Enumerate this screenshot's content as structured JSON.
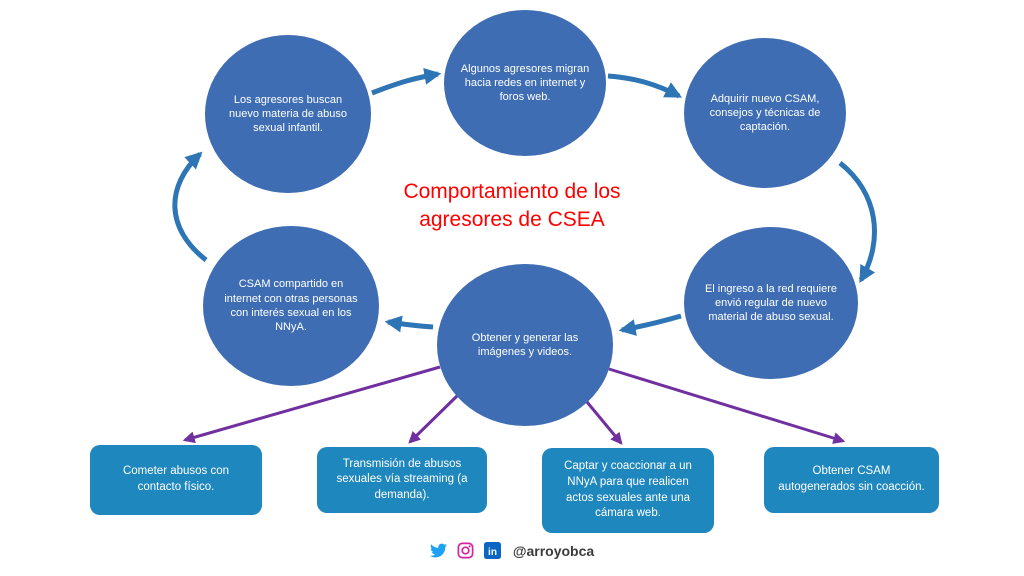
{
  "title": "Comportamiento de los agresores de CSEA",
  "cycle": {
    "nodes": [
      {
        "label": "Los agresores buscan nuevo materia de abuso sexual infantil."
      },
      {
        "label": "Algunos agresores migran hacia redes en internet y foros web."
      },
      {
        "label": "Adquirir nuevo CSAM, consejos y técnicas de captación."
      },
      {
        "label": "El ingreso a la red requiere envió regular de nuevo material de abuso sexual."
      },
      {
        "label": "Obtener y generar las imágenes y videos."
      },
      {
        "label": "CSAM compartido en internet con otras personas con interés sexual en los NNyA."
      }
    ]
  },
  "outcomes": [
    {
      "label": "Cometer abusos con contacto físico."
    },
    {
      "label": "Transmisión de abusos sexuales vía streaming (a demanda)."
    },
    {
      "label": "Captar y coaccionar a un NNyA para que realicen actos sexuales ante una cámara web."
    },
    {
      "label": "Obtener CSAM autogenerados sin coacción."
    }
  ],
  "footer": {
    "handle": "@arroyobca",
    "icons": [
      "twitter-icon",
      "instagram-icon",
      "linkedin-icon"
    ]
  },
  "colors": {
    "circle_fill": "#3E6DB3",
    "outcome_fill": "#1E87BE",
    "title": "#FF0000",
    "cycle_arrow": "#2E75B6",
    "outcome_arrow": "#7030A0",
    "twitter": "#1DA1F2",
    "instagram": "#D6249F",
    "linkedin": "#0A66C2"
  }
}
